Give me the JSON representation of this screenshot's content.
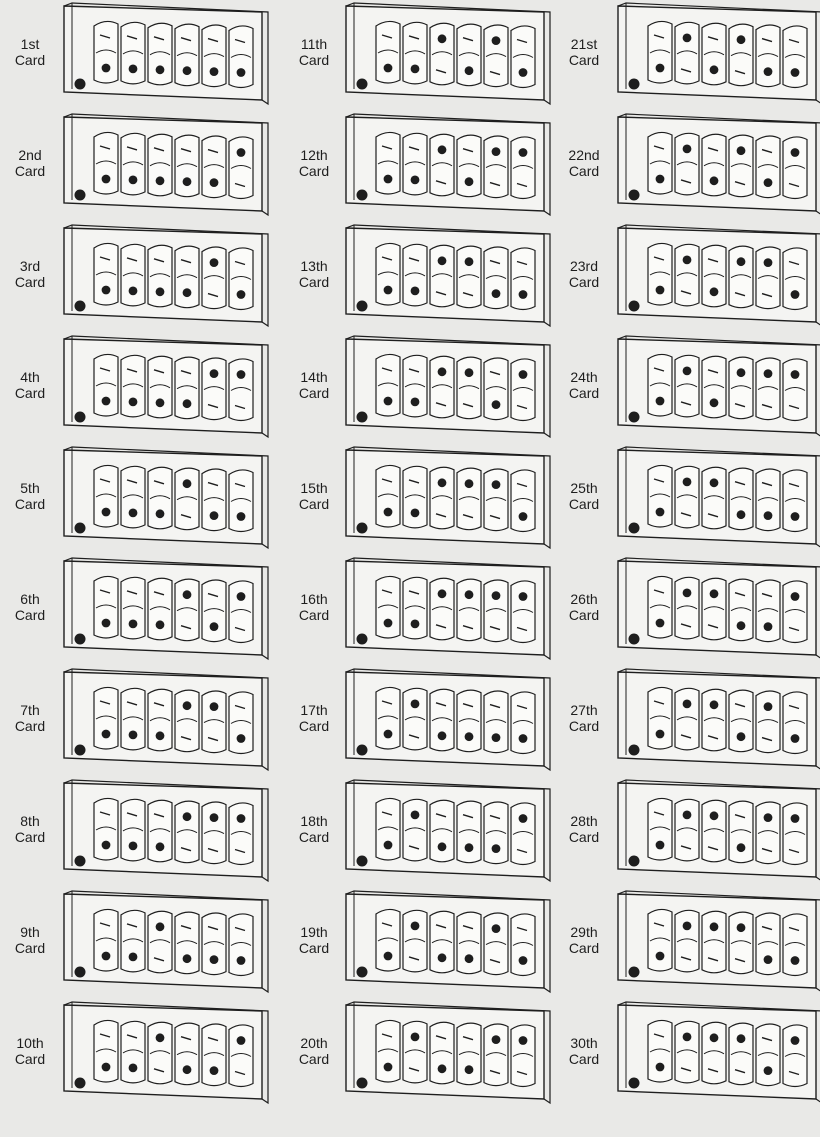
{
  "figure": {
    "card_word": "Card",
    "columns": [
      {
        "ordinals": [
          "1st",
          "2nd",
          "3rd",
          "4th",
          "5th",
          "6th",
          "7th",
          "8th",
          "9th",
          "10th"
        ]
      },
      {
        "ordinals": [
          "11th",
          "12th",
          "13th",
          "14th",
          "15th",
          "16th",
          "17th",
          "18th",
          "19th",
          "20th"
        ]
      },
      {
        "ordinals": [
          "21st",
          "22nd",
          "23rd",
          "24th",
          "25th",
          "26th",
          "27th",
          "28th",
          "29th",
          "30th"
        ]
      }
    ],
    "colors": {
      "background": "#e9e9e7",
      "ink": "#1e1e1e",
      "panel": "#f4f4f2"
    }
  }
}
